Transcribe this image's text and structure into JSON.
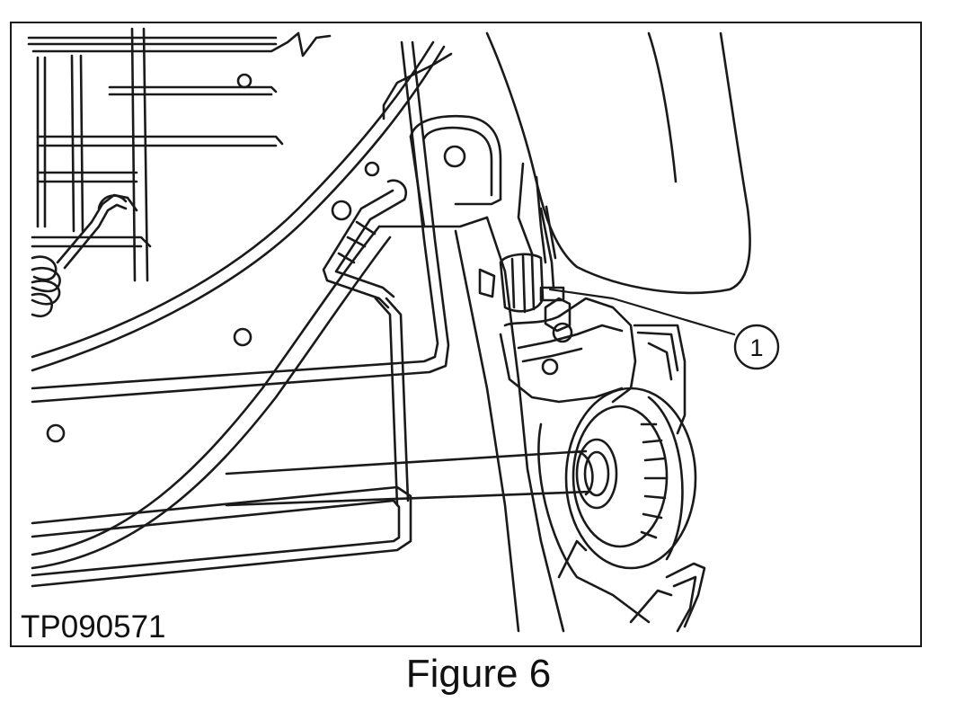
{
  "figure": {
    "caption": "Figure 6",
    "image_code": "TP090571",
    "callouts": [
      {
        "label": "1"
      }
    ]
  }
}
